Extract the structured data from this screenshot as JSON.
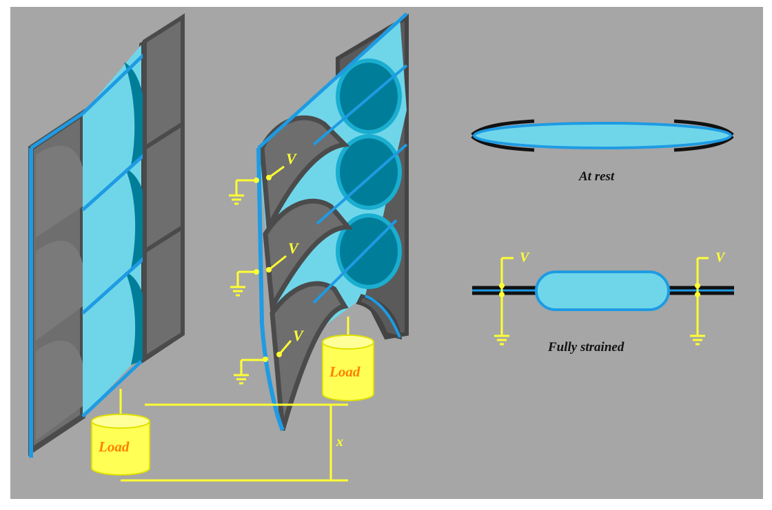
{
  "labels": {
    "voltage": "V",
    "load": "Load",
    "distance": "x",
    "at_rest": "At rest",
    "fully_strained": "Fully strained"
  },
  "colors": {
    "background": "#a6a6a6",
    "cell_fill": "#6e6e6e",
    "cell_dark": "#4b4b4b",
    "membrane_light": "#6fd6ea",
    "membrane_edge": "#1e9be3",
    "membrane_dark": "#007e99",
    "wire": "#ffff33",
    "load_fill": "#ffff55",
    "load_text": "#ff8000",
    "electrode": "#111111"
  },
  "icons": [
    "ground-icon",
    "voltage-terminal-icon"
  ]
}
